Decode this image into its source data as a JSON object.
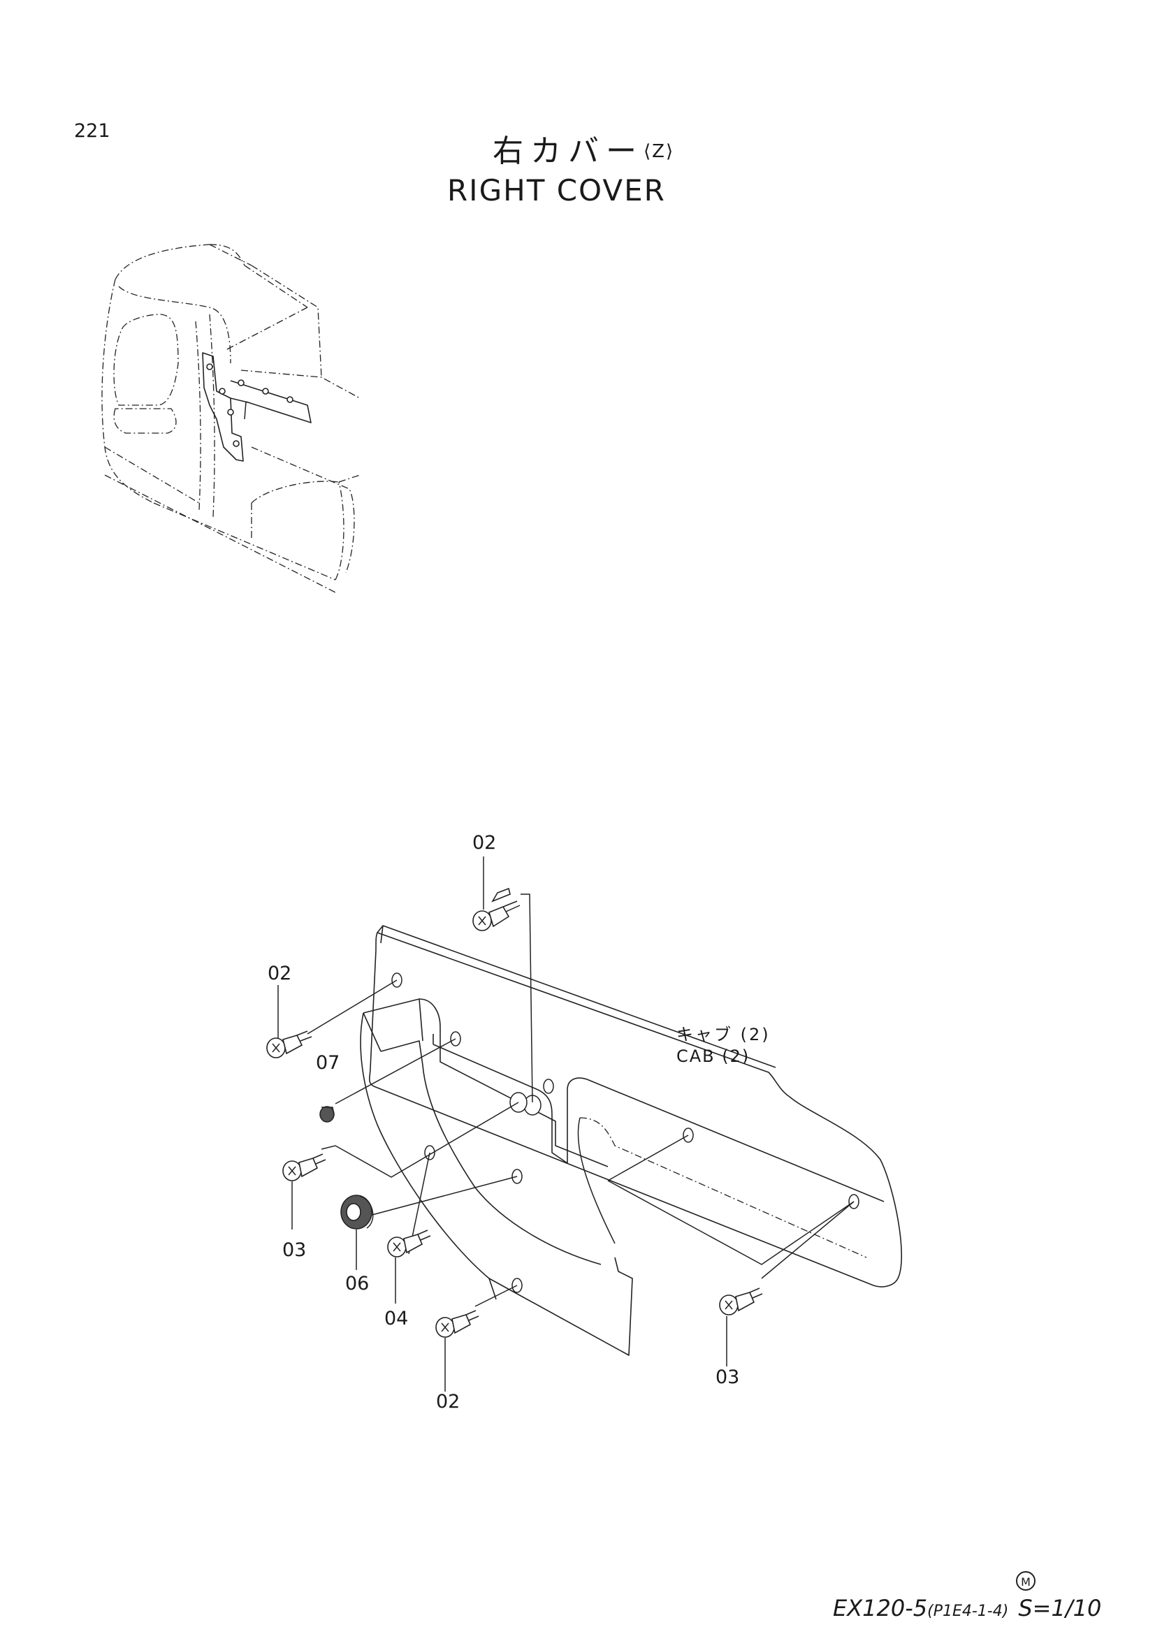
{
  "page": {
    "number": "221"
  },
  "title": {
    "japanese": "右カバー",
    "variant": "⟨Z⟩",
    "english": "RIGHT COVER"
  },
  "reference": {
    "japanese": "キャブ (2)",
    "english": "CAB (2)"
  },
  "callouts": [
    "02",
    "02",
    "07",
    "03",
    "06",
    "04",
    "02",
    "03"
  ],
  "footer": {
    "model": "EX120-5",
    "code": "(P1E4-1-4)",
    "scale": "S=1/10",
    "maker_mark": "M"
  }
}
